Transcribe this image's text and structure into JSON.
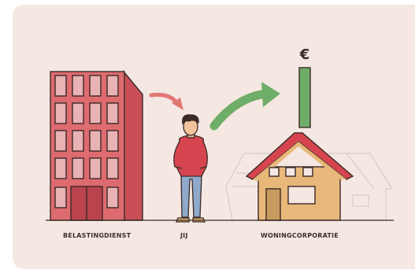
{
  "labels": {
    "belastingdienst": "BELASTINGDIENST",
    "jij": "JIJ",
    "woningcorporatie": "WONINGCORPORATIE"
  },
  "currency_symbol": "€",
  "colors": {
    "background": "#f5e7e2",
    "building": "#de6b6f",
    "arrow_red": "#e17773",
    "arrow_green": "#6fae68",
    "bar_green": "#6fae68",
    "house_wall": "#e7b879",
    "roof": "#d6454f",
    "outline": "#3b2a27"
  }
}
